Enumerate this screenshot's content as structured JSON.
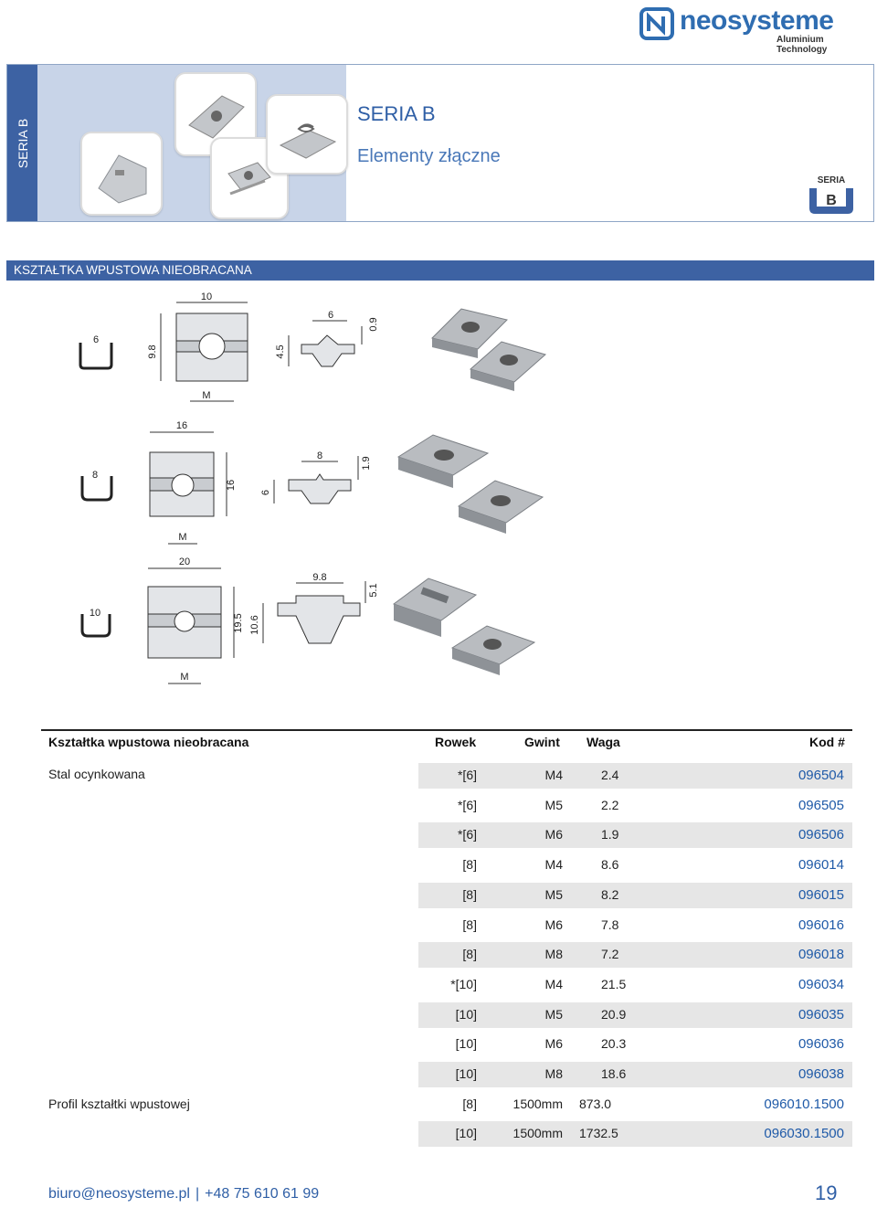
{
  "brand": {
    "name": "neosysteme",
    "tagline": "Aluminium Technology"
  },
  "side_tab": "SERIA B",
  "header": {
    "title": "SERIA B",
    "subtitle": "Elementy złączne",
    "badge_top": "SERIA",
    "badge_letter": "B"
  },
  "section": {
    "title": "KSZTAŁTKA WPUSTOWA NIEOBRACANA"
  },
  "drawings": {
    "slot6": {
      "slot_label": "6",
      "width": "10",
      "height": "9.8",
      "thread": "M",
      "t_depth": "4.5",
      "t_width": "6",
      "t_lip": "0.9"
    },
    "slot8": {
      "slot_label": "8",
      "width": "16",
      "height": "16",
      "thread": "M",
      "t_depth": "6",
      "t_width": "8",
      "t_lip": "1.9"
    },
    "slot10": {
      "slot_label": "10",
      "width": "20",
      "height": "19.5",
      "thread": "M",
      "t_depth": "10.6",
      "t_width": "9.8",
      "t_lip": "5.1"
    }
  },
  "table": {
    "headers": {
      "name": "Kształtka wpustowa nieobracana",
      "slot": "Rowek",
      "thread": "Gwint",
      "weight": "Waga",
      "code": "Kod #"
    },
    "group1_label": "Stal ocynkowana",
    "group2_label": "Profil kształtki wpustowej",
    "rows": [
      {
        "slot": "*[6]",
        "thread": "M4",
        "weight": "2.4",
        "code": "096504",
        "shaded": true
      },
      {
        "slot": "*[6]",
        "thread": "M5",
        "weight": "2.2",
        "code": "096505",
        "shaded": false
      },
      {
        "slot": "*[6]",
        "thread": "M6",
        "weight": "1.9",
        "code": "096506",
        "shaded": true
      },
      {
        "slot": "[8]",
        "thread": "M4",
        "weight": "8.6",
        "code": "096014",
        "shaded": false
      },
      {
        "slot": "[8]",
        "thread": "M5",
        "weight": "8.2",
        "code": "096015",
        "shaded": true
      },
      {
        "slot": "[8]",
        "thread": "M6",
        "weight": "7.8",
        "code": "096016",
        "shaded": false
      },
      {
        "slot": "[8]",
        "thread": "M8",
        "weight": "7.2",
        "code": "096018",
        "shaded": true
      },
      {
        "slot": "*[10]",
        "thread": "M4",
        "weight": "21.5",
        "code": "096034",
        "shaded": false
      },
      {
        "slot": "[10]",
        "thread": "M5",
        "weight": "20.9",
        "code": "096035",
        "shaded": true
      },
      {
        "slot": "[10]",
        "thread": "M6",
        "weight": "20.3",
        "code": "096036",
        "shaded": false
      },
      {
        "slot": "[10]",
        "thread": "M8",
        "weight": "18.6",
        "code": "096038",
        "shaded": true
      },
      {
        "slot": "[8]",
        "thread": "1500mm",
        "weight": "873.0",
        "code": "096010.1500",
        "shaded": false
      },
      {
        "slot": "[10]",
        "thread": "1500mm",
        "weight": "1732.5",
        "code": "096030.1500",
        "shaded": true
      }
    ]
  },
  "footer": {
    "email": "biuro@neosysteme.pl",
    "separator": "|",
    "phone": "+48 75 610 61 99",
    "page": "19"
  },
  "colors": {
    "brand_blue": "#3d62a3",
    "light_band": "#c8d4e8",
    "row_shade": "#e6e6e6",
    "code_blue": "#1f5aa8"
  }
}
